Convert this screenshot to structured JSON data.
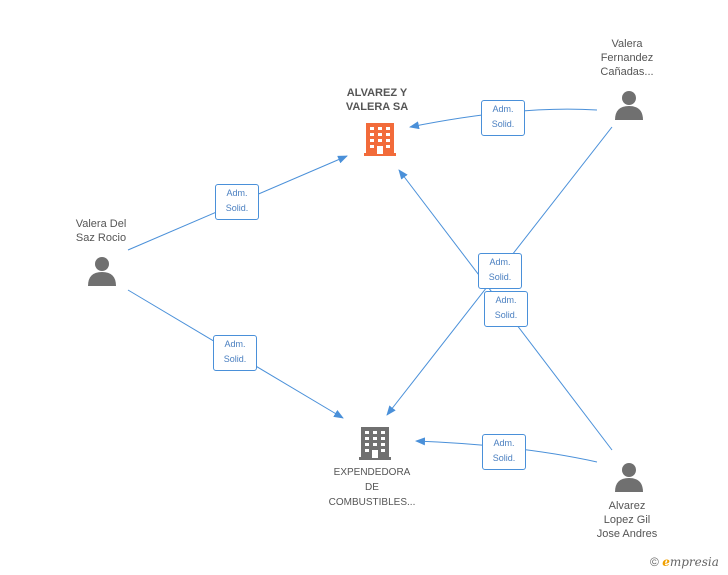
{
  "nodes": {
    "alvarez_valera": {
      "line1": "ALVAREZ Y",
      "line2": "VALERA SA"
    },
    "expendedora": {
      "line1": "EXPENDEDORA",
      "line2": "DE",
      "line3": "COMBUSTIBLES..."
    },
    "valera_del_saz": {
      "line1": "Valera Del",
      "line2": "Saz Rocio"
    },
    "valera_fernandez": {
      "line1": "Valera",
      "line2": "Fernandez",
      "line3": "Cañadas..."
    },
    "alvarez_lopez": {
      "line1": "Alvarez",
      "line2": "Lopez Gil",
      "line3": "Jose Andres"
    }
  },
  "edges": [
    {
      "label_1": "Adm.",
      "label_2": "Solid."
    },
    {
      "label_1": "Adm.",
      "label_2": "Solid."
    },
    {
      "label_1": "Adm.",
      "label_2": "Solid."
    },
    {
      "label_1": "Adm.",
      "label_2": "Solid."
    },
    {
      "label_1": "Adm.",
      "label_2": "Solid."
    },
    {
      "label_1": "Adm.",
      "label_2": "Solid."
    }
  ],
  "footer": {
    "copyright": "©",
    "brand_initial": "e",
    "brand_rest": "mpresia"
  },
  "colors": {
    "edge": "#4a90d9",
    "company_highlight": "#f26b3a",
    "company": "#707070",
    "person": "#707070"
  }
}
